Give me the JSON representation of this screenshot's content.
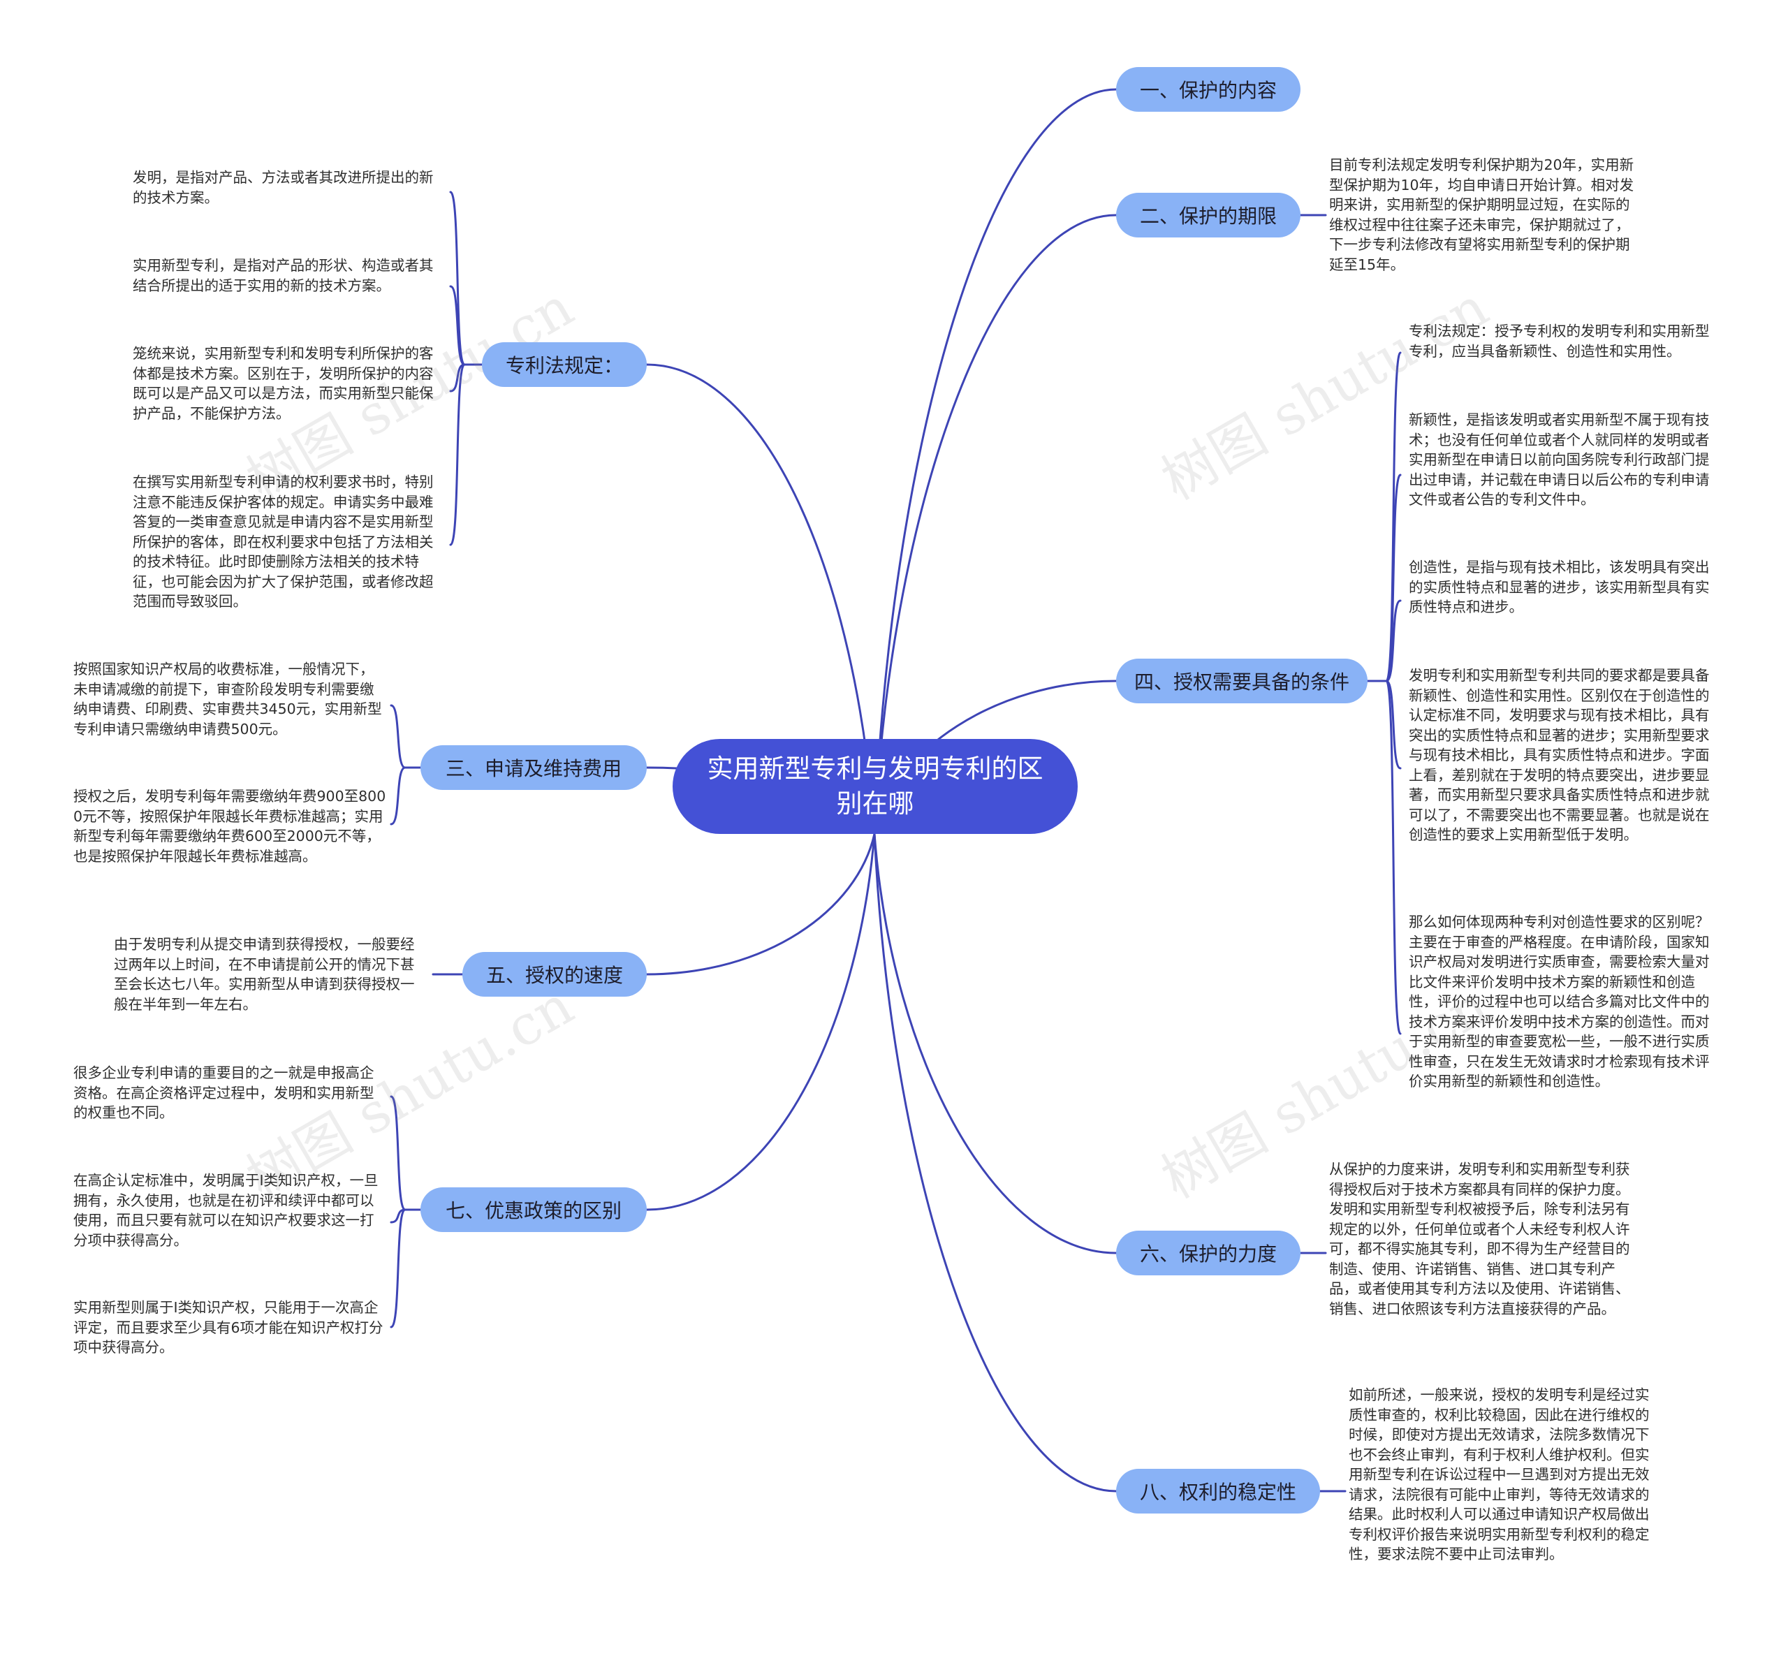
{
  "watermark": "树图 shutu.cn",
  "colors": {
    "root": "#4451d6",
    "topic": "#89b2f6",
    "line": "#3d44b5"
  },
  "root": {
    "title": "实用新型专利与发明专利的区别在哪"
  },
  "right": [
    {
      "label": "一、保护的内容",
      "notes": []
    },
    {
      "label": "二、保护的期限",
      "notes": [
        "目前专利法规定发明专利保护期为20年，实用新型保护期为10年，均自申请日开始计算。相对发明来讲，实用新型的保护期明显过短，在实际的维权过程中往往案子还未审完，保护期就过了，下一步专利法修改有望将实用新型专利的保护期延至15年。"
      ]
    },
    {
      "label": "四、授权需要具备的条件",
      "notes": [
        "专利法规定：授予专利权的发明专利和实用新型专利，应当具备新颖性、创造性和实用性。",
        "新颖性，是指该发明或者实用新型不属于现有技术；也没有任何单位或者个人就同样的发明或者实用新型在申请日以前向国务院专利行政部门提出过申请，并记载在申请日以后公布的专利申请文件或者公告的专利文件中。",
        "创造性，是指与现有技术相比，该发明具有突出的实质性特点和显著的进步，该实用新型具有实质性特点和进步。",
        "发明专利和实用新型专利共同的要求都是要具备新颖性、创造性和实用性。区别仅在于创造性的认定标准不同，发明要求与现有技术相比，具有突出的实质性特点和显著的进步；实用新型要求与现有技术相比，具有实质性特点和进步。字面上看，差别就在于发明的特点要突出，进步要显著，而实用新型只要求具备实质性特点和进步就可以了，不需要突出也不需要显著。也就是说在创造性的要求上实用新型低于发明。",
        "那么如何体现两种专利对创造性要求的区别呢？主要在于审查的严格程度。在申请阶段，国家知识产权局对发明进行实质审查，需要检索大量对比文件来评价发明中技术方案的新颖性和创造性，评价的过程中也可以结合多篇对比文件中的技术方案来评价发明中技术方案的创造性。而对于实用新型的审查要宽松一些，一般不进行实质性审查，只在发生无效请求时才检索现有技术评价实用新型的新颖性和创造性。"
      ]
    },
    {
      "label": "六、保护的力度",
      "notes": [
        "从保护的力度来讲，发明专利和实用新型专利获得授权后对于技术方案都具有同样的保护力度。发明和实用新型专利权被授予后，除专利法另有规定的以外，任何单位或者个人未经专利权人许可，都不得实施其专利，即不得为生产经营目的制造、使用、许诺销售、销售、进口其专利产品，或者使用其专利方法以及使用、许诺销售、销售、进口依照该专利方法直接获得的产品。"
      ]
    },
    {
      "label": "八、权利的稳定性",
      "notes": [
        "如前所述，一般来说，授权的发明专利是经过实质性审查的，权利比较稳固，因此在进行维权的时候，即使对方提出无效请求，法院多数情况下也不会终止审判，有利于权利人维护权利。但实用新型专利在诉讼过程中一旦遇到对方提出无效请求，法院很有可能中止审判，等待无效请求的结果。此时权利人可以通过申请知识产权局做出专利权评价报告来说明实用新型专利权利的稳定性，要求法院不要中止司法审判。"
      ]
    }
  ],
  "left": [
    {
      "label": "专利法规定：",
      "notes": [
        "发明，是指对产品、方法或者其改进所提出的新的技术方案。",
        "实用新型专利，是指对产品的形状、构造或者其结合所提出的适于实用的新的技术方案。",
        "笼统来说，实用新型专利和发明专利所保护的客体都是技术方案。区别在于，发明所保护的内容既可以是产品又可以是方法，而实用新型只能保护产品，不能保护方法。",
        "在撰写实用新型专利申请的权利要求书时，特别注意不能违反保护客体的规定。申请实务中最难答复的一类审查意见就是申请内容不是实用新型所保护的客体，即在权利要求中包括了方法相关的技术特征。此时即使删除方法相关的技术特征，也可能会因为扩大了保护范围，或者修改超范围而导致驳回。"
      ]
    },
    {
      "label": "三、申请及维持费用",
      "notes": [
        "按照国家知识产权局的收费标准，一般情况下，未申请减缴的前提下，审查阶段发明专利需要缴纳申请费、印刷费、实审费共3450元，实用新型专利申请只需缴纳申请费500元。",
        "授权之后，发明专利每年需要缴纳年费900至8000元不等，按照保护年限越长年费标准越高；实用新型专利每年需要缴纳年费600至2000元不等，也是按照保护年限越长年费标准越高。"
      ]
    },
    {
      "label": "五、授权的速度",
      "notes": [
        "由于发明专利从提交申请到获得授权，一般要经过两年以上时间，在不申请提前公开的情况下甚至会长达七八年。实用新型从申请到获得授权一般在半年到一年左右。"
      ]
    },
    {
      "label": "七、优惠政策的区别",
      "notes": [
        "很多企业专利申请的重要目的之一就是申报高企资格。在高企资格评定过程中，发明和实用新型的权重也不同。",
        "在高企认定标准中，发明属于I类知识产权，一旦拥有，永久使用，也就是在初评和续评中都可以使用，而且只要有就可以在知识产权要求这一打分项中获得高分。",
        "实用新型则属于I类知识产权，只能用于一次高企评定，而且要求至少具有6项才能在知识产权打分项中获得高分。"
      ]
    }
  ]
}
